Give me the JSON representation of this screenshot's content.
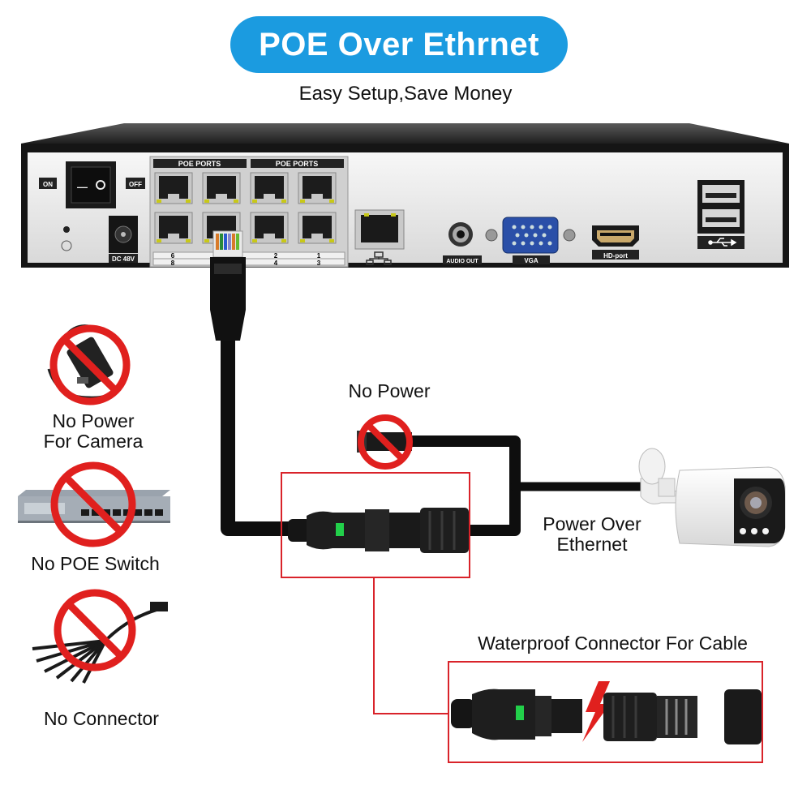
{
  "header": {
    "title": "POE Over Ethrnet",
    "subtitle": "Easy Setup,Save Money"
  },
  "nvr": {
    "on_label": "ON",
    "off_label": "OFF",
    "dc_label": "DC 48V",
    "poe_ports_label_left": "POE PORTS",
    "poe_ports_label_right": "POE PORTS",
    "port_numbers": [
      "6",
      "8",
      "2",
      "4",
      "1",
      "3"
    ],
    "audio_label": "AUDIO OUT",
    "vga_label": "VGA",
    "hdmi_label": "HD-port"
  },
  "labels": {
    "no_power": "No Power",
    "no_power_camera_l1": "No Power",
    "no_power_camera_l2": "For Camera",
    "no_poe_switch": "No POE Switch",
    "no_connector": "No Connector",
    "poe_l1": "Power Over",
    "poe_l2": "Ethernet",
    "waterproof": "Waterproof Connector For Cable"
  },
  "colors": {
    "accent": "#1b9be0",
    "prohibit_red": "#e0201e",
    "frame_red": "#d9232a",
    "indicator_green": "#22d04a"
  }
}
